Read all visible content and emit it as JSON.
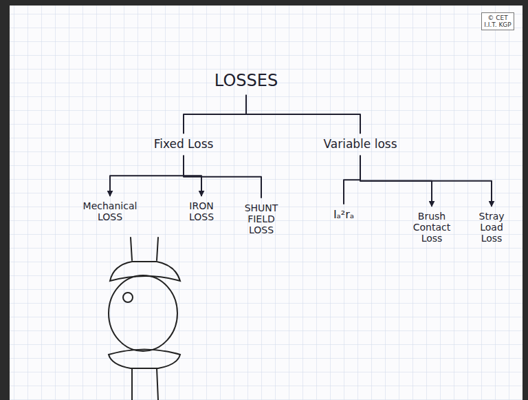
{
  "diagram": {
    "nodes": [
      {
        "text": [
          "LOSSES"
        ]
      },
      {
        "text": [
          "Fixed Loss"
        ]
      },
      {
        "text": [
          "Variable loss"
        ]
      },
      {
        "text": [
          "Mechanical LOSS"
        ]
      },
      {
        "text": [
          "IRON LOSS"
        ]
      },
      {
        "text": [
          "SHUNT FIELD LOSS"
        ]
      },
      {
        "text": [
          "Iₐ²rₐ"
        ]
      },
      {
        "text": [
          "Brush Contact Loss"
        ]
      },
      {
        "text": [
          "Stray Load Loss"
        ]
      },
      {
        "text": [
          "© CET",
          "I.I.T. KGP"
        ]
      }
    ],
    "edges": [
      {
        "from": 0,
        "to": 1,
        "arrow": "none"
      },
      {
        "from": 0,
        "to": 2,
        "arrow": "none"
      },
      {
        "from": 1,
        "to": 3,
        "arrow": "to"
      },
      {
        "from": 1,
        "to": 4,
        "arrow": "to"
      },
      {
        "from": 1,
        "to": 5,
        "arrow": "none"
      },
      {
        "from": 2,
        "to": 6,
        "arrow": "none"
      },
      {
        "from": 2,
        "to": 7,
        "arrow": "to"
      },
      {
        "from": 2,
        "to": 8,
        "arrow": "to"
      }
    ]
  }
}
